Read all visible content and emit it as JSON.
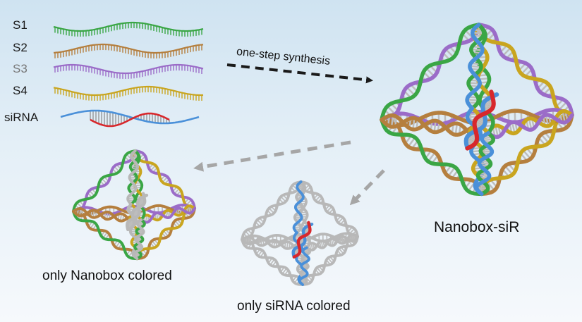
{
  "strands": [
    {
      "label": "S1",
      "color": "#3aa645"
    },
    {
      "label": "S2",
      "color": "#b57f3e"
    },
    {
      "label": "S3",
      "color": "#9b6cc8"
    },
    {
      "label": "S4",
      "color": "#c9a51f"
    }
  ],
  "sirna": {
    "label": "siRNA",
    "color_a": "#4a90d9",
    "color_b": "#d8282c"
  },
  "arrow_label": "one-step synthesis",
  "captions": {
    "product": "Nanobox-siR",
    "nanobox_only": "only Nanobox colored",
    "sirna_only": "only siRNA colored"
  },
  "colors": {
    "gray": "#b8b8b8",
    "arrow_dark": "#1a1a1a",
    "arrow_gray": "#a6a6a6"
  }
}
